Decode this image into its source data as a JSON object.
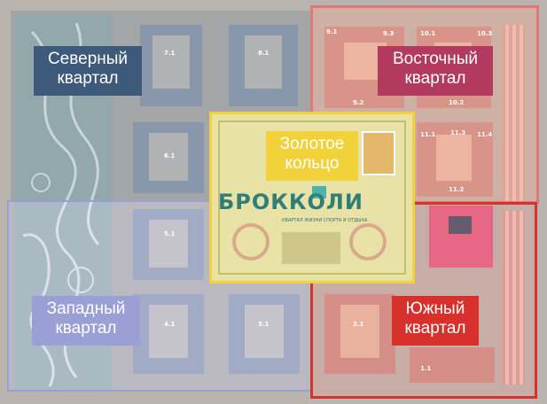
{
  "zones": {
    "north": {
      "title_line1": "Северный",
      "title_line2": "квартал",
      "color": "#3d5a7a"
    },
    "east": {
      "title_line1": "Восточный",
      "title_line2": "квартал",
      "color": "#b23a5f"
    },
    "golden": {
      "title_line1": "Золотое",
      "title_line2": "кольцо",
      "color": "#f2d23a"
    },
    "west": {
      "title_line1": "Западный",
      "title_line2": "квартал",
      "color": "#9aa0d6"
    },
    "south": {
      "title_line1": "Южный",
      "title_line2": "квартал",
      "color": "#d8312c"
    }
  },
  "brand": {
    "name": "БРОККОЛИ",
    "subtitle": "КВАРТАЛ ЖИЗНИ СПОРТА И ОТДЫХА"
  },
  "plots": {
    "p71": "7.1",
    "p81": "8.1",
    "p91": "9.1",
    "p92": "9.2",
    "p93": "9.3",
    "p101": "10.1",
    "p102": "10.2",
    "p103": "10.3",
    "p111": "11.1",
    "p112": "11.2",
    "p113": "11.3",
    "p114": "11.4",
    "p61": "6.1",
    "p51": "5.1",
    "p41": "4.1",
    "p31": "3.1",
    "p21": "2.1",
    "p11": "1.1"
  }
}
